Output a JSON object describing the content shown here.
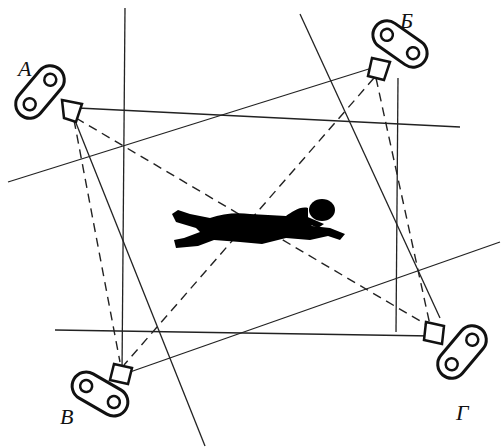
{
  "diagram": {
    "labels": [
      "А",
      "Б",
      "В",
      "Г"
    ]
  }
}
